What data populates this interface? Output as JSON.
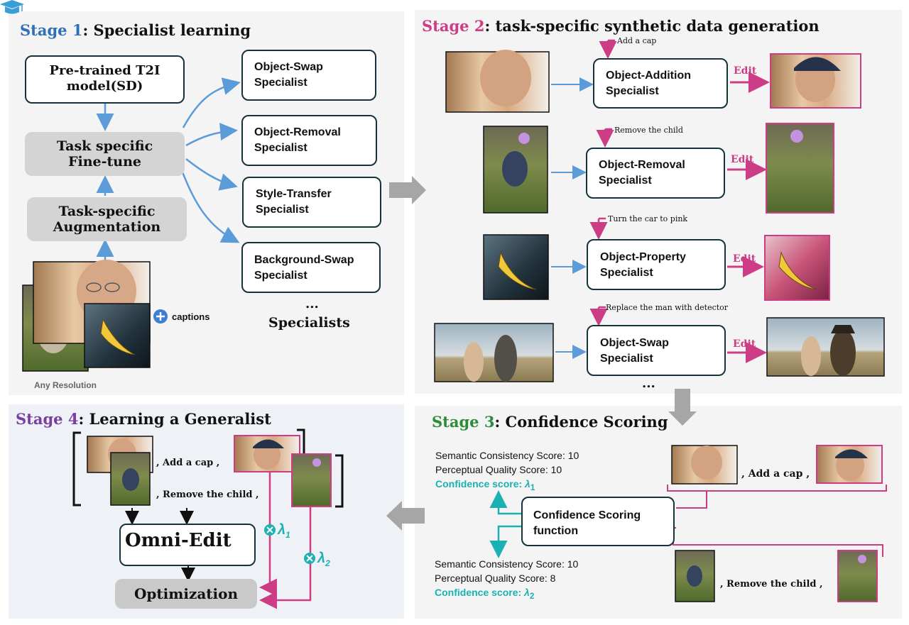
{
  "stage1": {
    "title_stage": "Stage 1",
    "title_rest": ": Specialist learning",
    "pretrained_line1": "Pre-trained T2I",
    "pretrained_line2": "model(SD)",
    "finetune_line1": "Task specific",
    "finetune_line2": "Fine-tune",
    "augment_line1": "Task-specific",
    "augment_line2": "Augmentation",
    "captions": "captions",
    "any_resolution": "Any Resolution",
    "specialists": [
      {
        "line1": "Object-Swap",
        "line2": "Specialist"
      },
      {
        "line1": "Object-Removal",
        "line2": "Specialist"
      },
      {
        "line1": "Style-Transfer",
        "line2": "Specialist"
      },
      {
        "line1": "Background-Swap",
        "line2": "Specialist"
      }
    ],
    "dots": "...",
    "specialists_label": "Specialists"
  },
  "stage2": {
    "title_stage": "Stage 2",
    "title_rest": ": task-specific synthetic data generation",
    "rows": [
      {
        "instruction": "Add a cap",
        "line1": "Object-Addition",
        "line2": "Specialist",
        "edit": "Edit"
      },
      {
        "instruction": "Remove the child",
        "line1": "Object-Removal",
        "line2": "Specialist",
        "edit": "Edit"
      },
      {
        "instruction": "Turn the car to pink",
        "line1": "Object-Property",
        "line2": "Specialist",
        "edit": "Edit"
      },
      {
        "instruction": "Replace the man with detector",
        "line1": "Object-Swap",
        "line2": "Specialist",
        "edit": "Edit"
      }
    ],
    "dots": "..."
  },
  "stage3": {
    "title_stage": "Stage 3",
    "title_rest": ": Confidence Scoring",
    "score1": {
      "semantic": "Semantic Consistency Score:  10",
      "perceptual": "Perceptual Quality Score: 10",
      "confidence_label": "Confidence score: ",
      "lambda": "λ",
      "sub": "1"
    },
    "score2": {
      "semantic": "Semantic Consistency Score:  10",
      "perceptual": "Perceptual Quality Score: 8",
      "confidence_label": "Confidence score: ",
      "lambda": "λ",
      "sub": "2"
    },
    "function_line1": "Confidence Scoring",
    "function_line2": "function",
    "pair1_instruction": ", Add a cap ,",
    "pair2_instruction": ", Remove the child ,"
  },
  "stage4": {
    "title_stage": "Stage 4",
    "title_rest": ": Learning a Generalist",
    "instr1": ", Add a cap ,",
    "instr2": ", Remove the child ,",
    "omni": "Omni-Edit",
    "optimization": "Optimization",
    "lambda1": "λ",
    "lambda1_sub": "1",
    "lambda2": "λ",
    "lambda2_sub": "2"
  },
  "colors": {
    "stage1": "#2f6fb5",
    "stage2": "#cc3d86",
    "stage3": "#2e8b3a",
    "stage4": "#7a3fa0",
    "blue_arrow": "#5b9bd8",
    "pink_arrow": "#cc3d86",
    "teal": "#1bb1b3",
    "gray_arrow": "#a6a6a6"
  }
}
